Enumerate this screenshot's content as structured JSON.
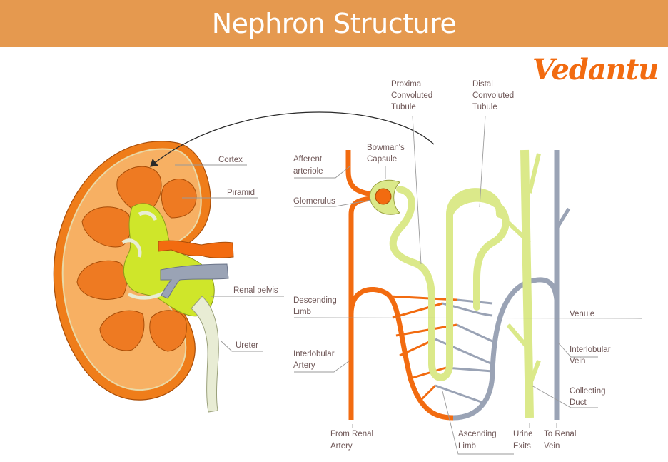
{
  "header": {
    "title": "Nephron Structure",
    "banner_color": "#e5994f"
  },
  "logo": {
    "text": "Vedantu",
    "color": "#f26b10"
  },
  "colors": {
    "artery": "#f26b10",
    "vein": "#9aa3b5",
    "tubule": "#dbe98a",
    "pelvis": "#cfe62a",
    "cortex": "#f7b063",
    "pyramid": "#ee7a22",
    "ureter": "#e8ecd4"
  },
  "kidney_labels": {
    "cortex": "Cortex",
    "pyramid": "Piramid",
    "renal_pelvis": "Renal pelvis",
    "ureter": "Ureter"
  },
  "nephron_labels": {
    "proximal_1": "Proxima",
    "proximal_2": "Convoluted",
    "proximal_3": "Tubule",
    "distal_1": "Distal",
    "distal_2": "Convoluted",
    "distal_3": "Tubule",
    "bowman_1": "Bowman's",
    "bowman_2": "Capsule",
    "afferent_1": "Afferent",
    "afferent_2": "arteriole",
    "glomerulus": "Glomerulus",
    "descending_1": "Descending",
    "descending_2": "Limb",
    "interlobular_artery_1": "Interlobular",
    "interlobular_artery_2": "Artery",
    "venule": "Venule",
    "interlobular_vein_1": "Interlobular",
    "interlobular_vein_2": "Vein",
    "collecting_1": "Collecting",
    "collecting_2": "Duct",
    "from_artery_1": "From Renal",
    "from_artery_2": "Artery",
    "ascending_1": "Ascending",
    "ascending_2": "Limb",
    "urine_1": "Urine",
    "urine_2": "Exits",
    "to_vein_1": "To Renal",
    "to_vein_2": "Vein"
  }
}
